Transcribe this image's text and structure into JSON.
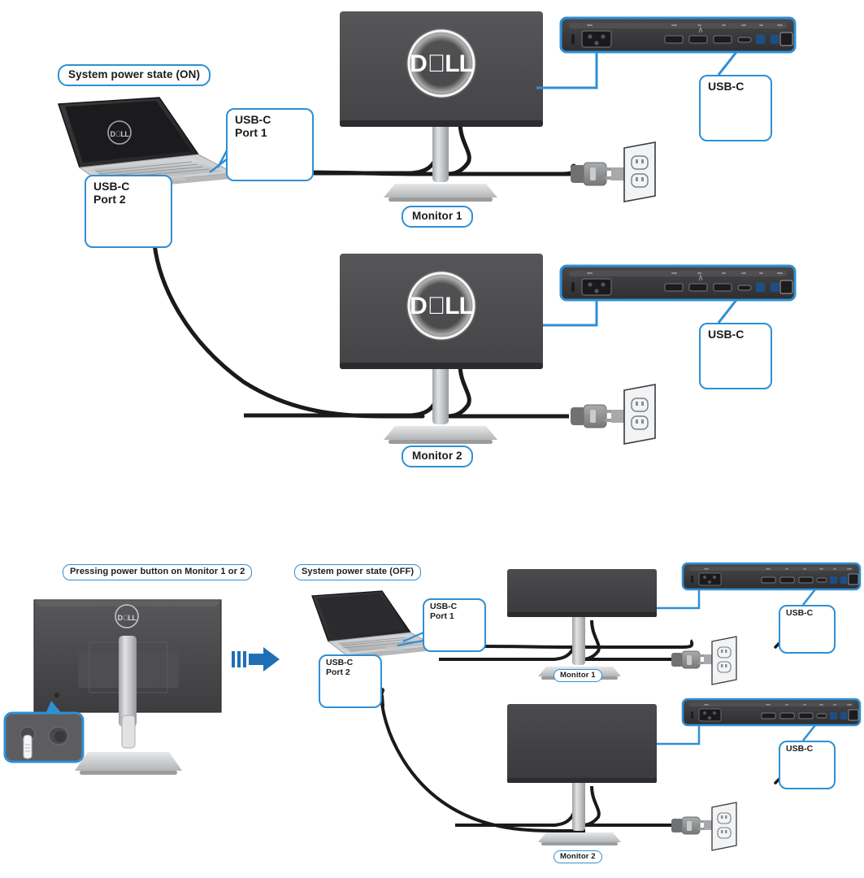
{
  "diagram": {
    "title": "Dell monitor USB-C daisy chain power state diagram",
    "colors": {
      "callout_border": "#2f8fd4",
      "arrow": "#1f6fb4",
      "screen_dark": "#4a4a4c",
      "screen_off": "#3f3f41",
      "stand_silver": "#c9cacc",
      "cable_black": "#1a1a1a",
      "panel_dark": "#3b3b3d",
      "plug_gray": "#8b8b8d",
      "text": "#1b1b1b"
    },
    "top_section": {
      "state_label": "System power state (ON)",
      "laptop": {
        "logo": "dell-logo",
        "screen_on": true
      },
      "port_callouts": [
        {
          "id": "port1",
          "line1": "USB-C",
          "line2": "Port 1"
        },
        {
          "id": "port2",
          "line1": "USB-C",
          "line2": "Port 2"
        }
      ],
      "monitors": [
        {
          "label": "Monitor 1",
          "logo": "dell-logo",
          "screen_on": true,
          "usbc_label": "USB-C"
        },
        {
          "label": "Monitor 2",
          "logo": "dell-logo",
          "screen_on": true,
          "usbc_label": "USB-C"
        }
      ]
    },
    "bottom_section": {
      "action_label": "Pressing power button on Monitor 1 or 2",
      "state_label": "System power state (OFF)",
      "rear_monitor": {
        "logo": "dell-logo",
        "power_button_callout": "power-button-zoom"
      },
      "arrow": "motion-arrow-right",
      "laptop": {
        "screen_on": false
      },
      "port_callouts": [
        {
          "id": "port1",
          "line1": "USB-C",
          "line2": "Port 1"
        },
        {
          "id": "port2",
          "line1": "USB-C",
          "line2": "Port 2"
        }
      ],
      "monitors": [
        {
          "label": "Monitor 1",
          "screen_on": false,
          "usbc_label": "USB-C"
        },
        {
          "label": "Monitor 2",
          "screen_on": false,
          "usbc_label": "USB-C"
        }
      ]
    }
  }
}
